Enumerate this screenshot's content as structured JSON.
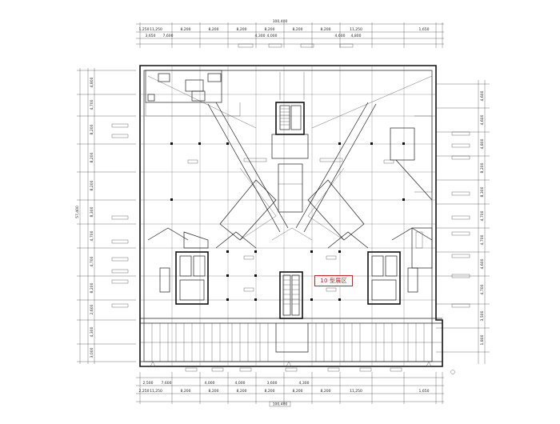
{
  "drawing": {
    "top_overall_dimension": "100,400",
    "top_dimensions_row1": [
      "1,250",
      "11,250",
      "8,200",
      "8,200",
      "8,200",
      "8,200",
      "8,200",
      "8,200",
      "11,250",
      "1,650"
    ],
    "top_dimensions_row2": [
      "3,650",
      "7,600",
      "4,300",
      "4,000",
      "4,600",
      "4,800"
    ],
    "bottom_dimensions_row1": [
      "2,500",
      "7,600",
      "4,000",
      "4,000",
      "3,600",
      "4,300"
    ],
    "bottom_dimensions_row2": [
      "2,250",
      "11,250",
      "8,200",
      "8,200",
      "8,200",
      "8,200",
      "8,200",
      "8,200",
      "11,250",
      "1,650"
    ],
    "bottom_overall_dimension": "100,400",
    "left_dimensions": [
      "4,800",
      "4,700",
      "8,200",
      "8,200",
      "8,200",
      "8,300",
      "4,700",
      "4,700",
      "8,200",
      "2,600",
      "4,300",
      "3,000"
    ],
    "left_overall_dimension": "57,400",
    "right_dimensions": [
      "4,600",
      "4,600",
      "4,800",
      "8,200",
      "8,300",
      "4,700",
      "4,700",
      "4,600",
      "4,700",
      "3,500",
      "1,800"
    ],
    "highlight_label": "10 型展区"
  }
}
